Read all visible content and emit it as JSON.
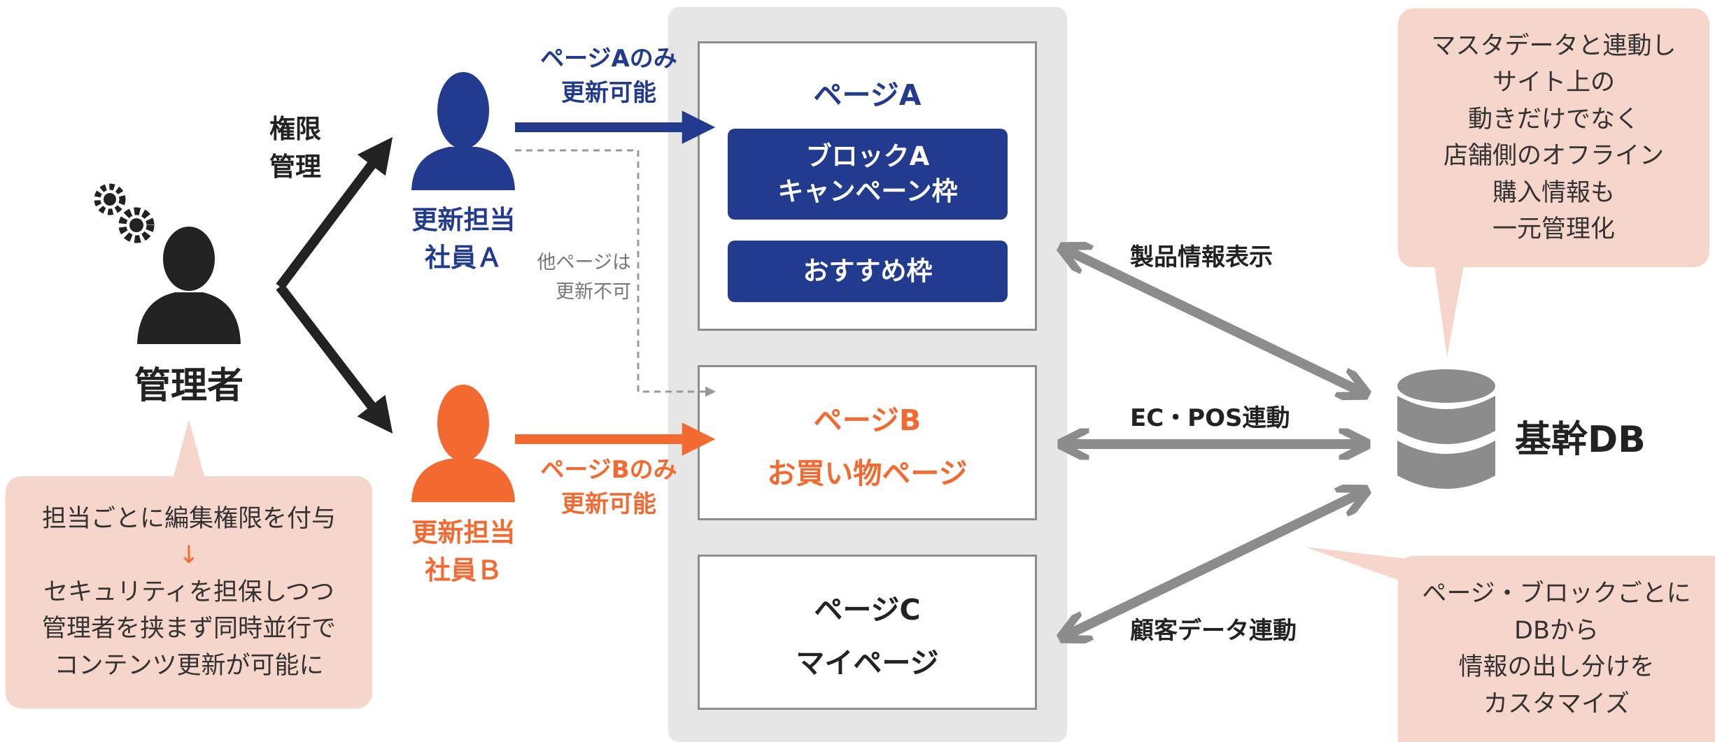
{
  "admin": {
    "label": "管理者",
    "callout_line1": "担当ごとに編集権限を付与",
    "callout_arrow": "↓",
    "callout_line2": "セキュリティを担保しつつ",
    "callout_line3": "管理者を挟まず同時並行で",
    "callout_line4": "コンテンツ更新が可能に"
  },
  "permission": {
    "line1": "権限",
    "line2": "管理"
  },
  "staff_a": {
    "line1": "更新担当",
    "line2": "社員Ａ",
    "access_line1": "ページAのみ",
    "access_line2": "更新可能",
    "note_line1": "他ページは",
    "note_line2": "更新不可"
  },
  "staff_b": {
    "line1": "更新担当",
    "line2": "社員Ｂ",
    "access_line1": "ページBのみ",
    "access_line2": "更新可能"
  },
  "page_a": {
    "title": "ページA",
    "block1_line1": "ブロックA",
    "block1_line2": "キャンペーン枠",
    "block2": "おすすめ枠"
  },
  "page_b": {
    "title": "ページB",
    "subtitle": "お買い物ページ"
  },
  "page_c": {
    "title": "ページC",
    "subtitle": "マイページ"
  },
  "links": {
    "product_info": "製品情報表示",
    "ec_pos": "EC・POS連動",
    "customer": "顧客データ連動"
  },
  "db": {
    "label": "基幹DB"
  },
  "db_callout_top": {
    "line1": "マスタデータと連動し",
    "line2": "サイト上の",
    "line3": "動きだけでなく",
    "line4": "店舗側のオフライン",
    "line5": "購入情報も",
    "line6": "一元管理化"
  },
  "db_callout_bottom": {
    "line1": "ページ・ブロックごとに",
    "line2": "DBから",
    "line3": "情報の出し分けを",
    "line4": "カスタマイズ"
  },
  "colors": {
    "navy": "#223b8f",
    "orange": "#f26a30",
    "dark": "#222222",
    "gray_arrow": "#8c8c8c",
    "panel": "#e6e6e6",
    "callout": "#f6d6cb"
  }
}
